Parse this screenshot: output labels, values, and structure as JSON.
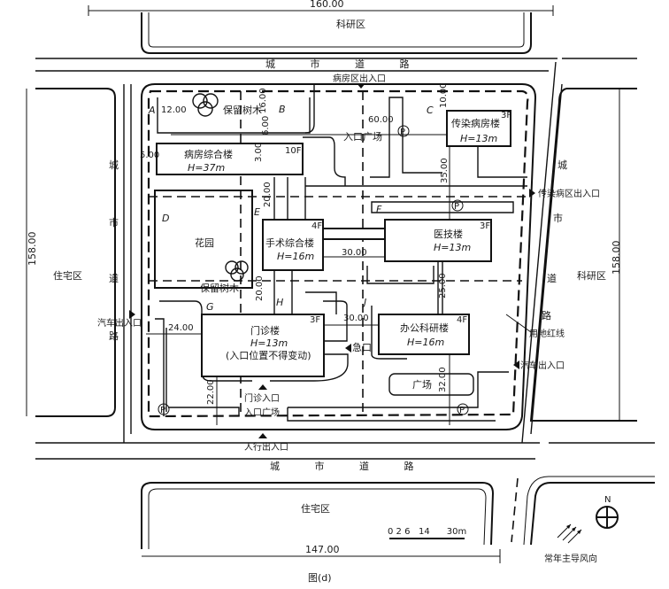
{
  "dimensions": {
    "top_width": "160.00",
    "bottom_width": "147.00",
    "left_height": "158.00",
    "right_height": "158.00",
    "d12": "12.00",
    "d16": "16.00",
    "d6": "6.00",
    "d3": "3.00",
    "d5": "5.00",
    "d60": "60.00",
    "d10": "10.00",
    "d35": "35.00",
    "d20a": "20.00",
    "d30a": "30.00",
    "d25": "25.00",
    "d20b": "20.00",
    "d30b": "30.00",
    "d24": "24.00",
    "d22": "22.00",
    "d32": "32.00"
  },
  "zones": {
    "top": "科研区",
    "left": "住宅区",
    "right": "科研区",
    "bottom": "住宅区"
  },
  "roads": {
    "top": "城 市 道 路",
    "bottom": "城 市 道 路",
    "left": [
      "城",
      "市",
      "道",
      "路"
    ],
    "right": [
      "城",
      "市",
      "道",
      "路"
    ]
  },
  "plots": [
    "A",
    "B",
    "C",
    "D",
    "E",
    "F",
    "G",
    "H",
    "J"
  ],
  "buildings": {
    "ward": {
      "name": "病房综合楼",
      "height": "H=37m",
      "floors": "10F"
    },
    "infectious": {
      "name": "传染病房楼",
      "height": "H=13m",
      "floors": "3F"
    },
    "garden": {
      "name": "花园"
    },
    "surgery": {
      "name": "手术综合楼",
      "height": "H=16m",
      "floors": "4F"
    },
    "medtech": {
      "name": "医技楼",
      "height": "H=13m",
      "floors": "3F"
    },
    "outpatient": {
      "name": "门诊楼",
      "height": "H=13m",
      "floors": "3F",
      "note": "(入口位置不得变动)"
    },
    "office": {
      "name": "办公科研楼",
      "height": "H=16m",
      "floors": "4F"
    },
    "plaza": {
      "name": "广场"
    }
  },
  "labels": {
    "trees1": "保留树木",
    "trees2": "保留树木",
    "ward_entrance": "病房区出入口",
    "entrance_plaza_top": "入口广场",
    "infectious_entrance": "传染病区出入口",
    "car_exit_left": "汽车出入口",
    "car_exit_right": "汽车出入口",
    "emergency": "急口",
    "outpatient_entrance": "门诊入口",
    "entrance_plaza_bottom": "入口广场",
    "pedestrian": "人行出入口",
    "boundary": "用地红线",
    "parking": "P"
  },
  "scale": {
    "ticks": "0 2 6   14      30m"
  },
  "compass": "N",
  "wind": "常年主导风向",
  "caption": "图(d)"
}
